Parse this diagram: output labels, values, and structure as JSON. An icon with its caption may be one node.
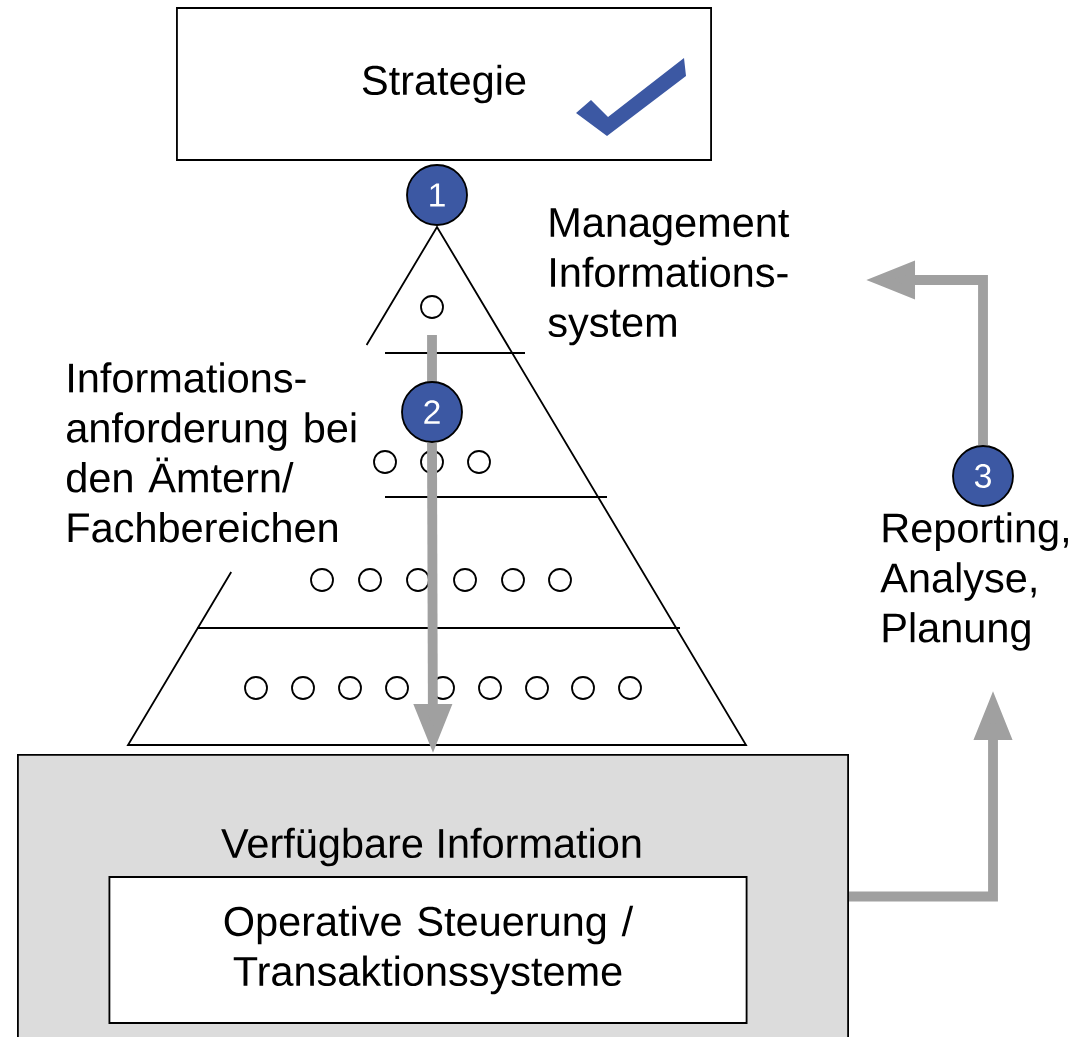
{
  "diagram": {
    "nodes": [
      {
        "text": [
          "Strategie"
        ]
      },
      {
        "text": [
          "1"
        ]
      },
      {
        "text": [],
        "shape": "triangle",
        "beside": [
          "Management Informations- system"
        ]
      },
      {
        "text": [
          "2"
        ],
        "in": 2
      },
      {
        "text": [
          "Verfügbare Information"
        ]
      },
      {
        "text": [
          "Operative Steuerung / Transaktionssysteme"
        ],
        "in": 4
      },
      {
        "text": [
          "3"
        ]
      }
    ],
    "edges": [
      {
        "from": 3,
        "to": 4,
        "arrow": "to"
      },
      {
        "from": 4,
        "to": null,
        "arrow": "to"
      },
      {
        "from": 6,
        "to": null,
        "arrow": "to"
      }
    ],
    "labels": [
      "Informations- anforderung bei den Ämtern/ Fachbereichen",
      "Reporting, Analyse, Planung"
    ]
  }
}
